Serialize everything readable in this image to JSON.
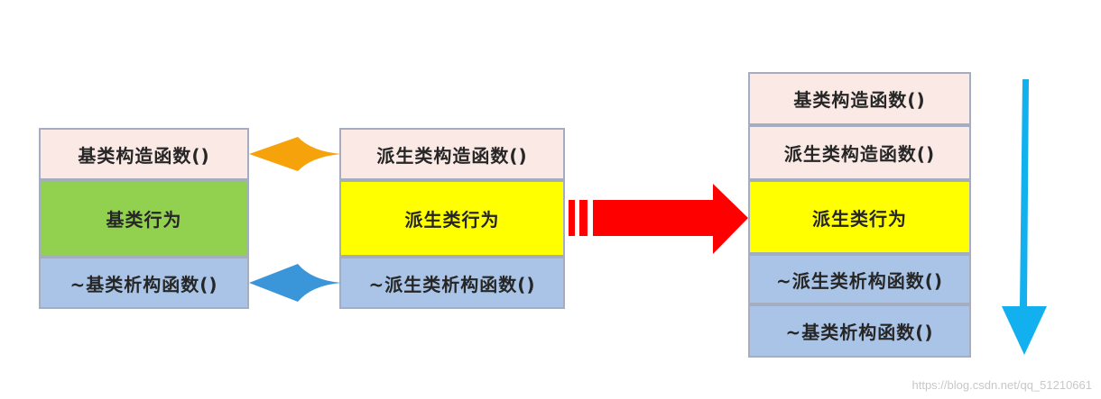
{
  "left_stack": {
    "ctor": "基类构造函数()",
    "behavior": "基类行为",
    "dtor": "~基类析构函数()"
  },
  "middle_stack": {
    "ctor": "派生类构造函数()",
    "behavior": "派生类行为",
    "dtor": "~派生类析构函数()"
  },
  "right_stack": {
    "base_ctor": "基类构造函数()",
    "derived_ctor": "派生类构造函数()",
    "derived_behavior": "派生类行为",
    "derived_dtor": "~派生类析构函数()",
    "base_dtor": "~基类析构函数()"
  },
  "watermark": "https://blog.csdn.net/qq_51210661",
  "colors": {
    "ctor_fill": "#fae9e4",
    "base_behavior_fill": "#92d050",
    "derived_behavior_fill": "#ffff00",
    "dtor_fill": "#a9c4e6",
    "border": "#a4aec0",
    "orange_arrow": "#f5a20b",
    "blue_left_arrow": "#3a96d8",
    "red_arrow": "#ff0000",
    "blue_down_arrow": "#12b0ee"
  }
}
